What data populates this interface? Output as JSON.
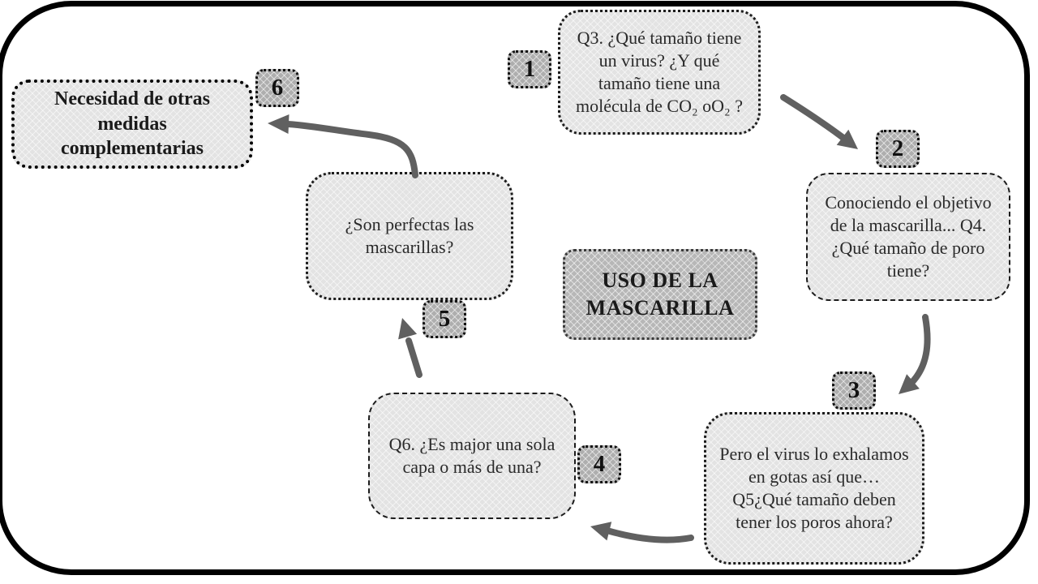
{
  "frame": {
    "border_color": "#000000"
  },
  "center_label": "USO DE LA MASCARILLA",
  "colors": {
    "box_fill": "#e3e3e3",
    "conclusion_fill": "#e3e3e3",
    "center_fill": "#b7b7b7",
    "badge_fill": "#aeaeae",
    "arrow": "#606060",
    "border": "#000000"
  },
  "nodes": [
    {
      "num": "1",
      "text": "Q3. ¿Qué tamaño tiene un virus? ¿Y qué tamaño tiene una molécula de CO₂ oO₂ ?"
    },
    {
      "num": "2",
      "text": "Conociendo el objetivo de la mascarilla... Q4. ¿Qué tamaño de poro tiene?"
    },
    {
      "num": "3",
      "text": "Pero el virus lo exhalamos en gotas así que… Q5¿Qué tamaño deben tener los poros ahora?"
    },
    {
      "num": "4",
      "text": "Q6. ¿Es major una sola capa o más de una?"
    },
    {
      "num": "5",
      "text": "¿Son perfectas las mascarillas?"
    },
    {
      "num": "6",
      "text": "Necesidad de otras medidas complementarias"
    }
  ]
}
